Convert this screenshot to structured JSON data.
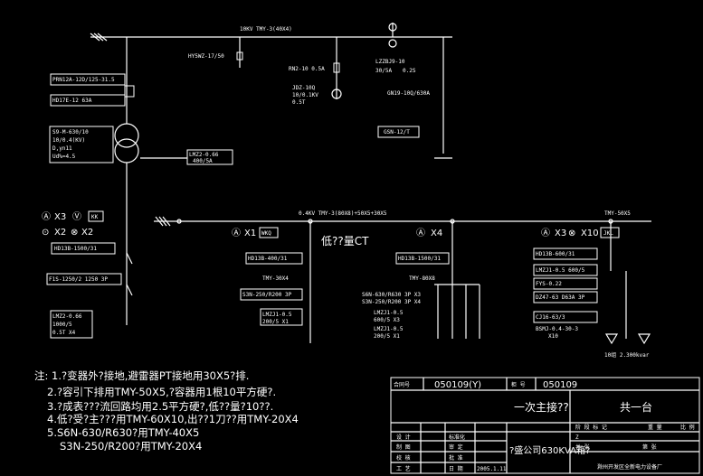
{
  "bus_hv": "10KV TMY-3(40X4)",
  "bus_lv": "0.4KV TMY-3(80X8)+50X5+30X5",
  "bus_lv_right": "TMY-50X5",
  "hv_left": {
    "fuse": "PRN12A-12D/125-31.5",
    "arrester": "HY5WZ-17/50",
    "ct": "HD17E-12 63A",
    "transformer": [
      "S9-M-630/10",
      "10/0.4(KV)",
      "D,yn11",
      "Ud%=4.5"
    ]
  },
  "hv_mid": {
    "fuse1": "RN2-10 0.5A",
    "pt": [
      "JDZ-10Q",
      "10/0.1KV",
      "0.5T"
    ],
    "fuse2": [
      "LZZBJ9-10",
      "30/5A",
      "0.2S"
    ],
    "switch": "GN19-10Q/630A",
    "es": "GSN-12/T"
  },
  "ct_main": [
    "LMZ2-0.66",
    "400/5A"
  ],
  "meters_left": {
    "a": "X3",
    "b": "X2",
    "c": "X2",
    "kk": "KK"
  },
  "left_feeder": {
    "sw": "HD13B-1500/31",
    "br": "F1S-1250/2 1250 3P",
    "ct": [
      "LMZ2-0.66",
      "1000/5",
      "0.5T X4"
    ]
  },
  "f1": {
    "meter": "X1",
    "wkq": "WKQ",
    "sw": "HD13B-400/31",
    "bar": "TMY-30X4",
    "br": "S3N-250/R200 3P",
    "ct": [
      "LMZJ1-0.5",
      "200/5 X1"
    ],
    "ct_label": "低??量CT"
  },
  "f2": {
    "meter": "X4",
    "sw": "HD13B-1500/31",
    "bar": "TMY-80X8",
    "br": [
      "S6N-630/R630 3P X3",
      "S3N-250/R200 3P X4"
    ],
    "ct": [
      "LMZJ1-0.5",
      "600/5 X3",
      "LMZJ1-0.5",
      "200/5 X1"
    ]
  },
  "f3": {
    "meter": "X3",
    "meter2": "X10",
    "jkl": "JKL",
    "sw": "HD13B-600/31",
    "ct": "LMZJ1-0.5 600/5",
    "fuse": "FYS-0.22",
    "br": "DZ47-63 D63A 3P",
    "sw2": "CJ16-63/3",
    "cap": [
      "BSMJ-0.4-30-3",
      "X10"
    ],
    "caps_label": "10组 2.300kvar"
  },
  "notes": [
    "注: 1.?变器外?接地,避雷器PT接地用30X5?排.",
    "2.?容引下排用TMY-50X5,?容器用1根10平方硬?.",
    "3.?成表???流回路均用2.5平方硬?,低??量?10??.",
    "4.低?受?主???用TMY-60X10,出??1刀??用TMY-20X4",
    "5.S6N-630/R630?用TMY-40X5",
    "S3N-250/R200?用TMY-20X4"
  ],
  "title": {
    "contract_label": "合同号",
    "contract": "050109(Y)",
    "cab_label": "柜 号",
    "cab": "050109",
    "name": "一次主接??",
    "total": "共一台",
    "rows": [
      "设 计",
      "制 图",
      "校 核",
      "工 艺"
    ],
    "std": [
      "标准化",
      "审 定",
      "批 准",
      "日 期"
    ],
    "date": "2005.1.11",
    "project": "?盛公司630KVA箱?",
    "stage": "阶 段 标 记",
    "weight": "重 量",
    "scale": "比 例",
    "sheets": "共 张",
    "sheet": "第 张",
    "company": "滁州开发区全新电力设备厂",
    "z": "Z"
  }
}
